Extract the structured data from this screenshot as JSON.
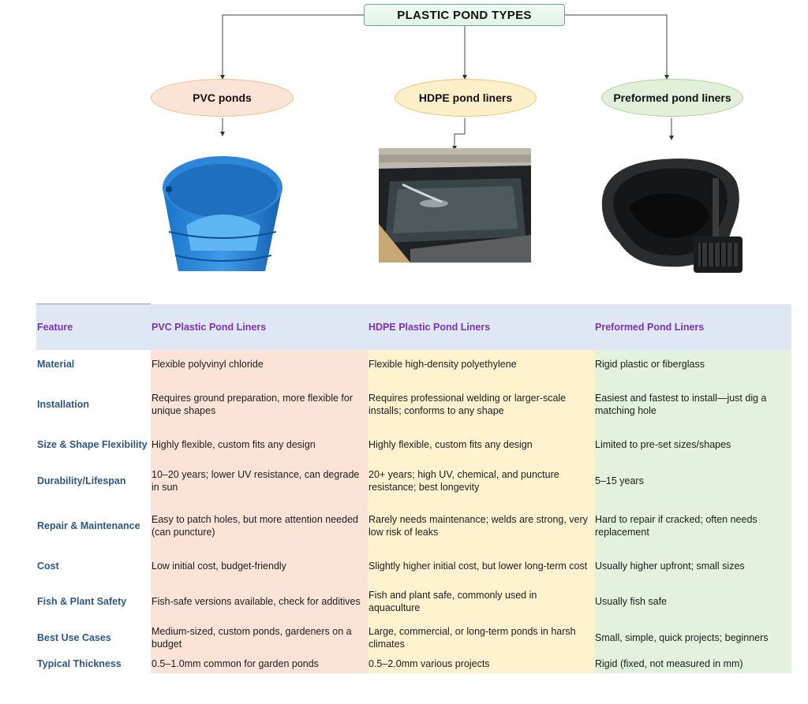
{
  "diagram": {
    "root": "PLASTIC POND TYPES",
    "types": [
      {
        "label": "PVC ponds",
        "image": "blue-pvc-tank-image"
      },
      {
        "label": "HDPE pond liners",
        "image": "hdpe-lined-pond-image"
      },
      {
        "label": "Preformed pond liners",
        "image": "black-preformed-pond-image"
      }
    ]
  },
  "table": {
    "headers": [
      "Feature",
      "PVC Plastic Pond Liners",
      "HDPE Plastic Pond Liners",
      "Preformed Pond Liners"
    ],
    "rows": [
      {
        "feature": "Material",
        "pvc": "Flexible polyvinyl chloride",
        "hdpe": "Flexible high-density polyethylene",
        "preformed": "Rigid plastic or fiberglass"
      },
      {
        "feature": "Installation",
        "pvc": "Requires ground preparation, more flexible for unique shapes",
        "hdpe": "Requires professional welding or larger-scale installs; conforms to any shape",
        "preformed": "Easiest and fastest to install—just dig a matching hole"
      },
      {
        "feature": "Size & Shape Flexibility",
        "pvc": "Highly flexible, custom fits any design",
        "hdpe": "Highly flexible, custom fits any design",
        "preformed": "Limited to pre-set sizes/shapes"
      },
      {
        "feature": "Durability/Lifespan",
        "pvc": "10–20 years; lower UV resistance, can degrade in sun",
        "hdpe": "20+ years; high UV, chemical, and puncture resistance; best longevity",
        "preformed": "5–15 years"
      },
      {
        "feature": "Repair & Maintenance",
        "pvc": "Easy to patch holes, but more attention needed (can puncture)",
        "hdpe": "Rarely needs maintenance; welds are strong, very low risk of leaks",
        "preformed": "Hard to repair if cracked; often needs replacement"
      },
      {
        "feature": "Cost",
        "pvc": "Low initial cost, budget-friendly",
        "hdpe": "Slightly higher initial cost, but lower long-term cost",
        "preformed": "Usually higher upfront; small sizes"
      },
      {
        "feature": "Fish & Plant Safety",
        "pvc": "Fish-safe versions available, check for additives",
        "hdpe": "Fish and plant safe, commonly used in aquaculture",
        "preformed": "Usually fish safe"
      },
      {
        "feature": "Best Use Cases",
        "pvc": "Medium-sized, custom ponds, gardeners on a budget",
        "hdpe": "Large, commercial, or long-term ponds in harsh climates",
        "preformed": "Small, simple, quick projects; beginners"
      },
      {
        "feature": "Typical Thickness",
        "pvc": "0.5–1.0mm common for garden ponds",
        "hdpe": "0.5–2.0mm various projects",
        "preformed": "Rigid (fixed, not measured in mm)"
      }
    ]
  }
}
